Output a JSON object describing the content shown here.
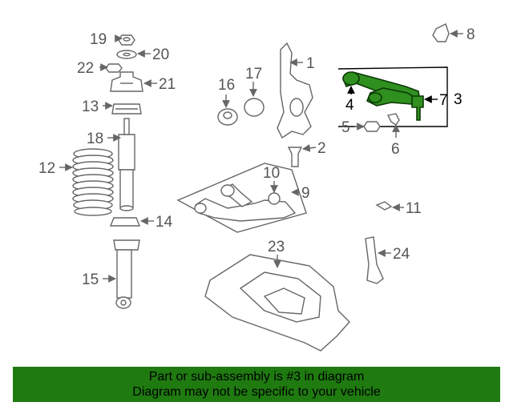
{
  "callouts": {
    "c1": "1",
    "c2": "2",
    "c3": "3",
    "c4": "4",
    "c5": "5",
    "c6": "6",
    "c7": "7",
    "c8": "8",
    "c9": "9",
    "c10": "10",
    "c11": "11",
    "c12": "12",
    "c13": "13",
    "c14": "14",
    "c15": "15",
    "c16": "16",
    "c17": "17",
    "c18": "18",
    "c19": "19",
    "c20": "20",
    "c21": "21",
    "c22": "22",
    "c23": "23",
    "c24": "24"
  },
  "colors": {
    "highlight": "#2f8f1f",
    "banner": "#1f7a10"
  },
  "footer": {
    "line1": "Part or sub-assembly is #3 in diagram",
    "line2": "Diagram may not be specific to your vehicle"
  }
}
